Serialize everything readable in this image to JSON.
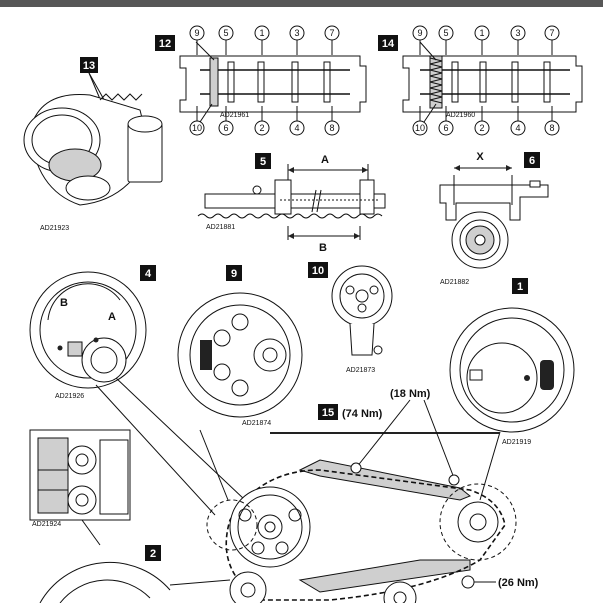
{
  "callouts": {
    "c1": "1",
    "c2": "2",
    "c4": "4",
    "c5": "5",
    "c6": "6",
    "c9": "9",
    "c10": "10",
    "c12": "12",
    "c13": "13",
    "c14": "14",
    "c15": "15"
  },
  "cam_positions": [
    "9",
    "5",
    "1",
    "3",
    "7",
    "10",
    "6",
    "2",
    "4",
    "8"
  ],
  "dimension_labels": {
    "a": "A",
    "b": "B",
    "x": "X"
  },
  "torques": {
    "t74": "(74 Nm)",
    "t18": "(18 Nm)",
    "t26": "(26 Nm)"
  },
  "figure_codes": {
    "f13": "AD21923",
    "f12": "AD21961",
    "f14": "AD21960",
    "f5": "AD21881",
    "f6": "AD21882",
    "f4": "AD21926",
    "f9": "AD21874",
    "f10": "AD21873",
    "f1": "AD21919",
    "f2": "AD21924"
  }
}
